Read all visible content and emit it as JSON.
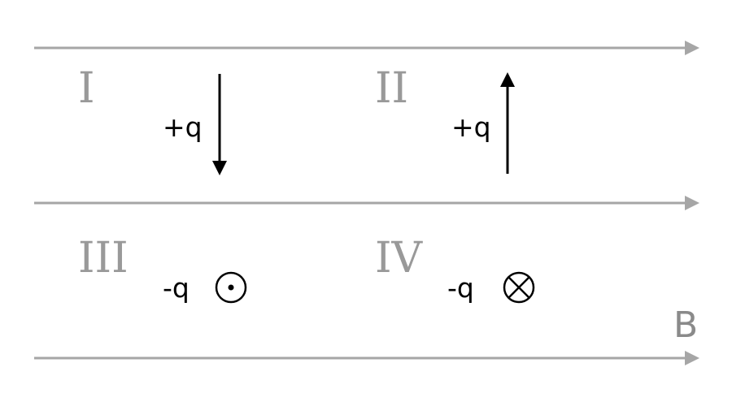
{
  "field": {
    "label": "B",
    "line_color": "#a6a6a6",
    "label_color": "#8a8a8a"
  },
  "regions": [
    {
      "label": "I"
    },
    {
      "label": "II"
    },
    {
      "label": "III"
    },
    {
      "label": "IV"
    }
  ],
  "charges": [
    {
      "label": "+q",
      "symbol": "arrow-down-icon",
      "meaning": "velocity down"
    },
    {
      "label": "+q",
      "symbol": "arrow-up-icon",
      "meaning": "velocity up"
    },
    {
      "label": "-q",
      "symbol": "dot-circle-icon",
      "meaning": "out of page"
    },
    {
      "label": "-q",
      "symbol": "cross-circle-icon",
      "meaning": "into page"
    }
  ],
  "colors": {
    "region_label": "#999999",
    "charge_label": "#000000",
    "vector": "#000000"
  }
}
